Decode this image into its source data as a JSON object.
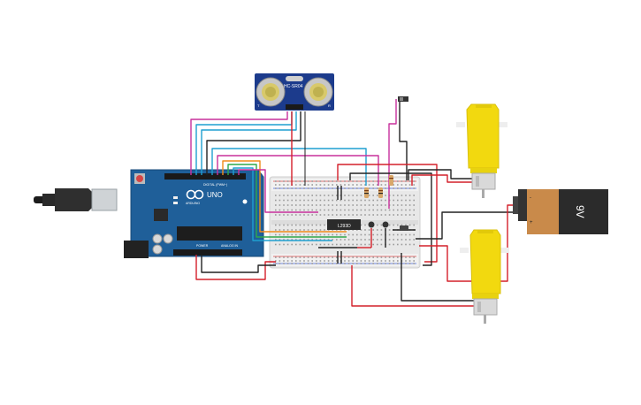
{
  "sensor": {
    "model": "HC-SR04",
    "left_mark": "T",
    "right_mark": "R"
  },
  "arduino": {
    "model": "UNO",
    "brand": "ARDUINO",
    "digital_label": "DIGITAL (PWM~)",
    "power_label": "POWER",
    "analog_label": "ANALOG IN"
  },
  "driver": {
    "label": "L293D"
  },
  "battery": {
    "label": "9V",
    "plus": "+",
    "minus": "-"
  },
  "colors": {
    "wire_red": "#d4202a",
    "wire_black": "#222222",
    "wire_magenta": "#c8319c",
    "wire_cyan": "#1f9fd0",
    "wire_orange": "#f08c1a",
    "wire_green": "#2fa84b",
    "arduino_blue": "#1f5f99",
    "motor_yellow": "#f2d90f",
    "sensor_navy": "#1c3b8c",
    "battery_copper": "#c98a4a"
  }
}
